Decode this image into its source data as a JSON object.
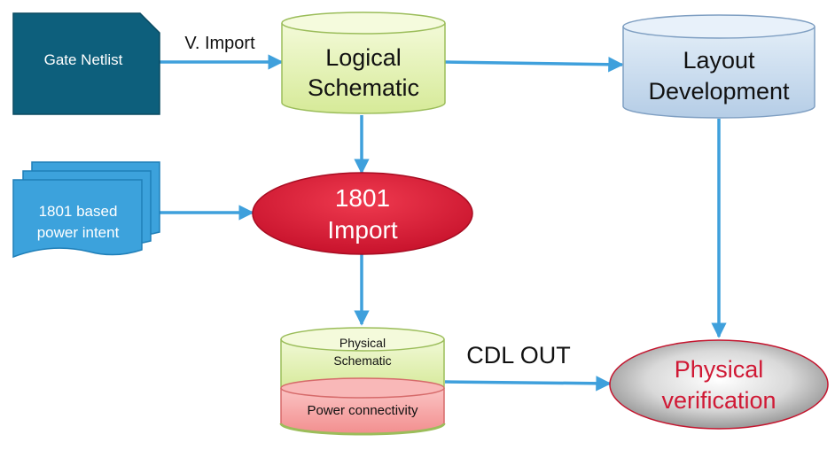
{
  "colors": {
    "arrow": "#3fa0dc",
    "netlist_fill": "#0d5f7c",
    "power_intent_fill": "#3ca2dc",
    "logical_schematic_fill": "#e4f2b4",
    "layout_fill": "#c9dcee",
    "import_fill": "#dd1a35",
    "physical_schematic_fill": "#e2f0b4",
    "power_connectivity_fill": "#f6a4a4",
    "verification_text": "#d01935"
  },
  "nodes": {
    "gate_netlist": {
      "label": "Gate Netlist"
    },
    "power_intent": {
      "line1": "1801 based",
      "line2": "power intent"
    },
    "logical_schematic": {
      "line1": "Logical",
      "line2": "Schematic"
    },
    "layout_development": {
      "line1": "Layout",
      "line2": "Development"
    },
    "import_1801": {
      "line1": "1801",
      "line2": "Import"
    },
    "physical_schematic": {
      "line1": "Physical",
      "line2": "Schematic",
      "lower_label": "Power connectivity"
    },
    "physical_verification": {
      "line1": "Physical",
      "line2": "verification"
    }
  },
  "edges": {
    "v_import": {
      "label": "V. Import"
    },
    "cdl_out": {
      "label": "CDL OUT"
    }
  }
}
